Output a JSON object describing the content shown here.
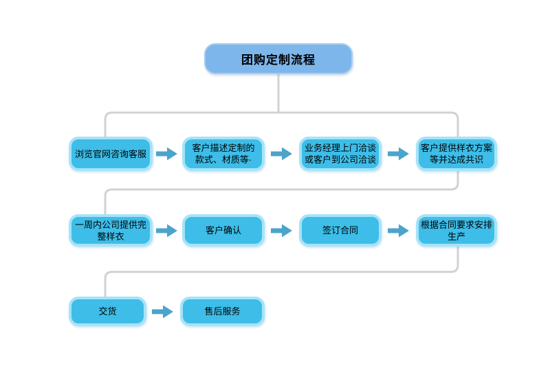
{
  "title": {
    "label": "团购定制流程"
  },
  "flow": {
    "rows": [
      {
        "steps": [
          {
            "label": "浏览官网咨询客服"
          },
          {
            "label": "客户描述定制的\n款式、材质等·"
          },
          {
            "label": "业务经理上门洽谈\n或客户到公司洽谈"
          },
          {
            "label": "客户提供样衣方案\n等并达成共识"
          }
        ]
      },
      {
        "steps": [
          {
            "label": "一周内公司提供完\n整样衣"
          },
          {
            "label": "客户确认"
          },
          {
            "label": "签订合同"
          },
          {
            "label": "根据合同要求安排\n生产"
          }
        ]
      },
      {
        "steps": [
          {
            "label": "交货"
          },
          {
            "label": "售后服务"
          }
        ]
      }
    ]
  },
  "colors": {
    "background": "#FFFFFF",
    "title_fill": "#7DB6EB",
    "title_border": "#A9CCF1",
    "step_fill": "#3DBDE8",
    "step_border": "#A6E3F8",
    "arrow": "#4BA4CB",
    "connector": "#D2D2D2",
    "text": "#000000"
  }
}
